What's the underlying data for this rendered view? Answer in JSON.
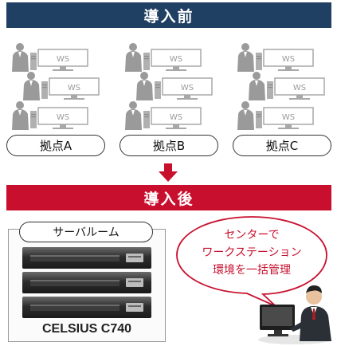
{
  "before_title": "導入前",
  "after_title": "導入後",
  "ws_label": "WS",
  "sites": [
    {
      "label": "拠点A"
    },
    {
      "label": "拠点B"
    },
    {
      "label": "拠点C"
    }
  ],
  "server_room_label": "サーバルーム",
  "server_name": "CELSIUS C740",
  "bubble_lines": [
    "センターで",
    "ワークステーション",
    "環境を一括管理"
  ],
  "colors": {
    "before_banner": "#1f3f63",
    "after_banner": "#c8102e",
    "arrow": "#c8102e",
    "bubble_text": "#c8102e"
  },
  "icons": {
    "arrow": "down-arrow-icon",
    "workstation_user": "workstation-user-icon",
    "server": "rack-server-icon",
    "admin": "admin-at-desk-icon"
  }
}
